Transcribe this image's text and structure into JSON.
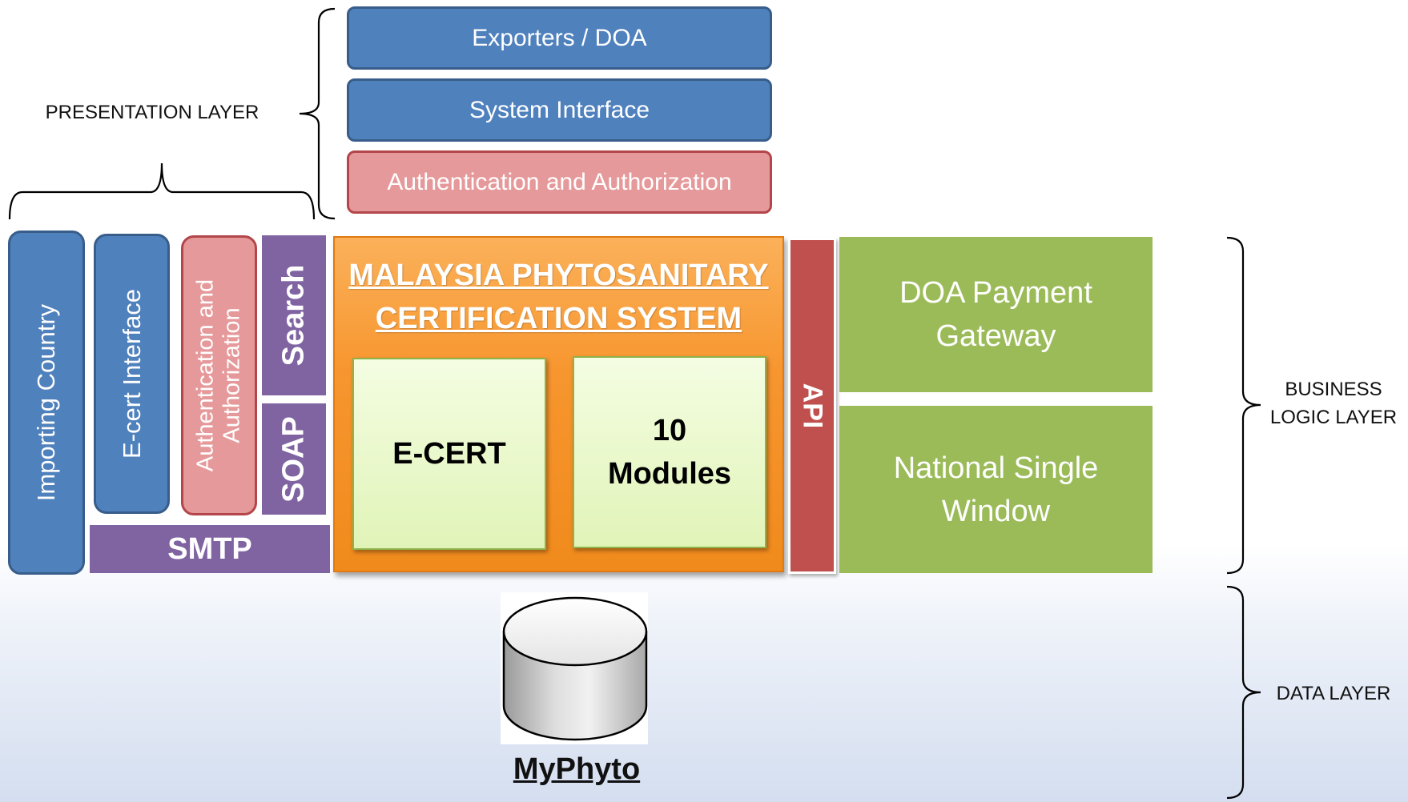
{
  "layers": {
    "presentation": "PRESENTATION LAYER",
    "business_line1": "BUSINESS",
    "business_line2": "LOGIC LAYER",
    "data": "DATA LAYER"
  },
  "top_bars": {
    "exporters": "Exporters / DOA",
    "system_interface": "System Interface",
    "auth": "Authentication and Authorization"
  },
  "left_columns": {
    "importing_country": "Importing Country",
    "ecert_interface": "E-cert Interface",
    "auth_line1": "Authentication and",
    "auth_line2": "Authorization",
    "search": "Search",
    "soap": "SOAP",
    "smtp": "SMTP"
  },
  "core": {
    "title_line1": "MALAYSIA PHYTOSANITARY",
    "title_line2": "CERTIFICATION SYSTEM",
    "module_ecert": "E-CERT",
    "module_10_line1": "10",
    "module_10_line2": "Modules"
  },
  "api": "API",
  "right_blocks": {
    "payment_line1": "DOA Payment",
    "payment_line2": "Gateway",
    "nsw_line1": "National Single",
    "nsw_line2": "Window"
  },
  "database": {
    "label": "MyPhyto"
  }
}
